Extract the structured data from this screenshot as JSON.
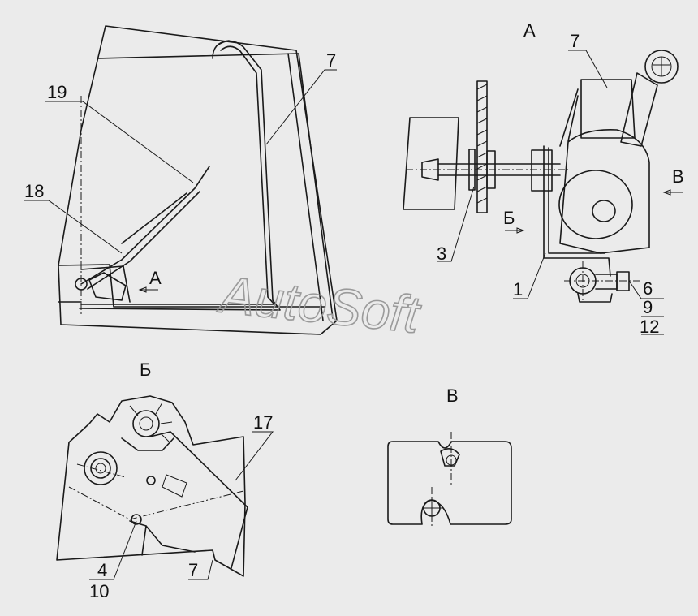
{
  "views": {
    "a": "А",
    "b": "Б",
    "v": "В"
  },
  "labels": {
    "p19": "19",
    "p18": "18",
    "p7_main": "7",
    "pA_arrow": "А",
    "p7_a": "7",
    "pB_arrow_a": "Б",
    "pV_arrow": "В",
    "p3": "3",
    "p1": "1",
    "p6": "6",
    "p9": "9",
    "p12": "12",
    "p17": "17",
    "p4": "4",
    "p10": "10",
    "p7_b": "7"
  },
  "watermark": "AutoSoft"
}
